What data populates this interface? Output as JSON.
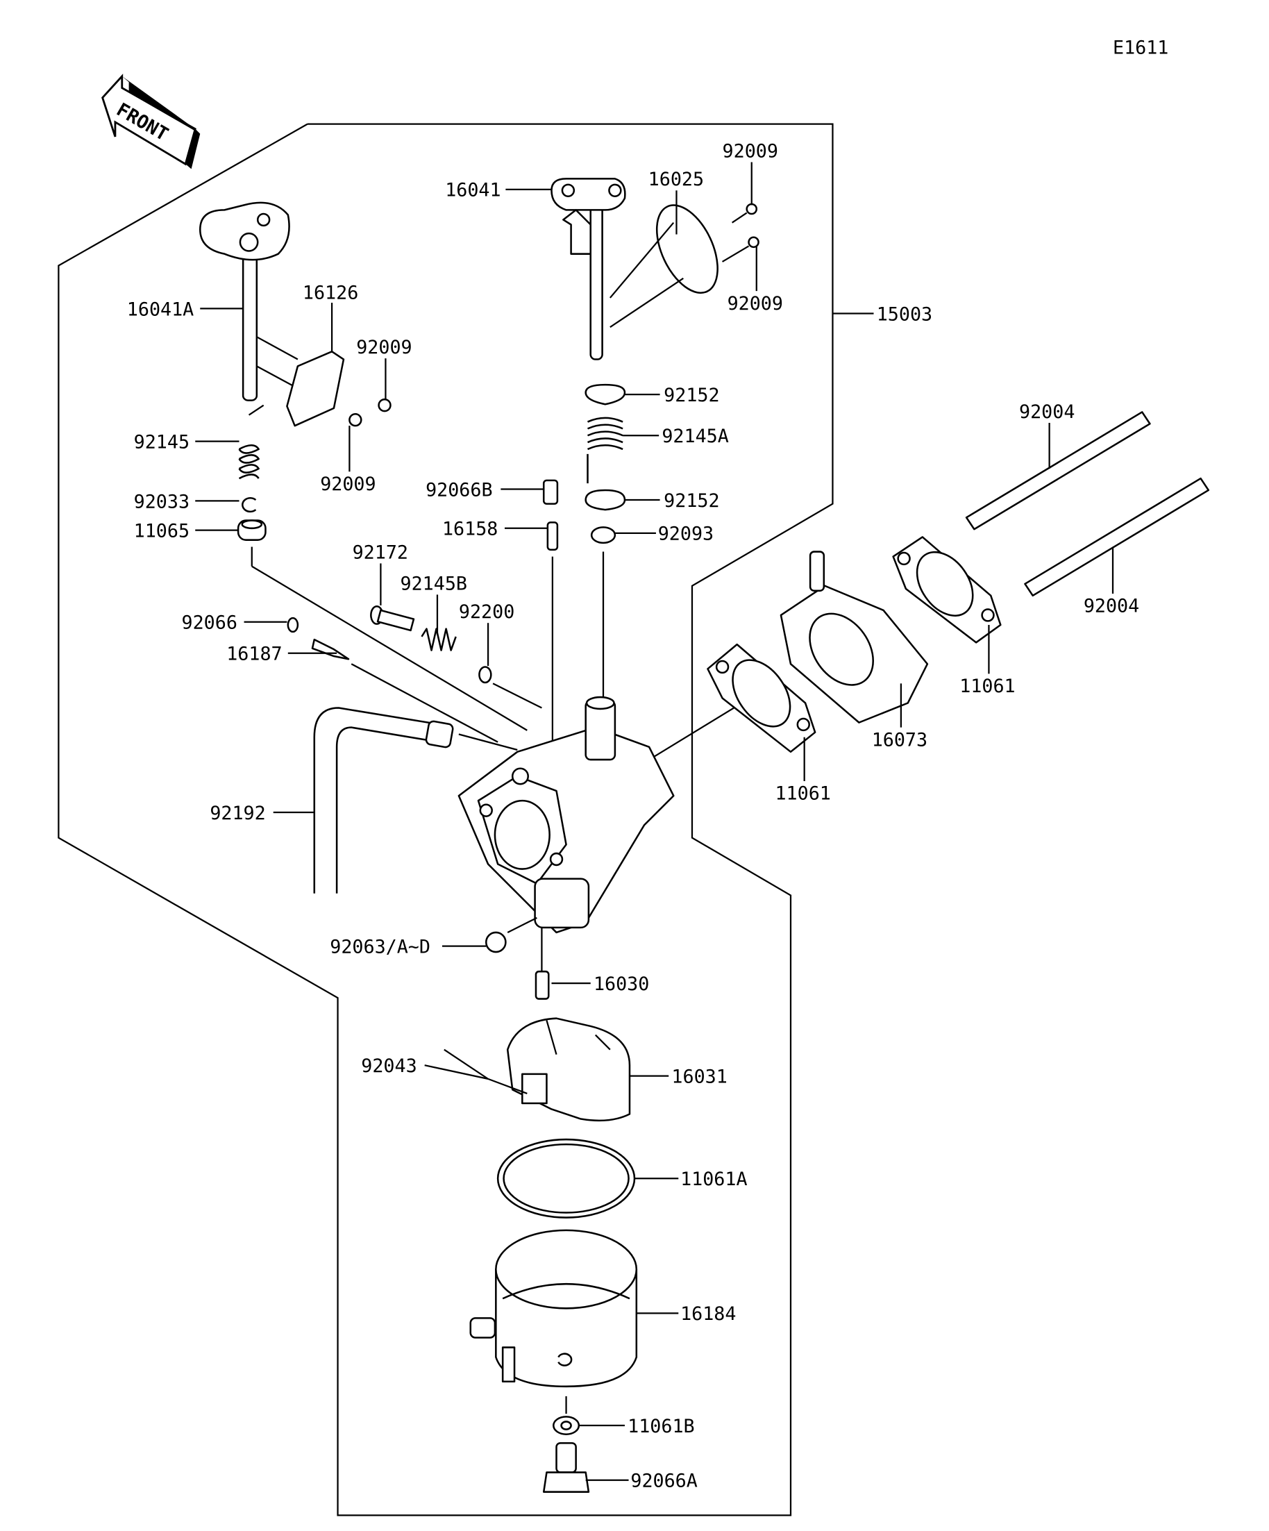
{
  "diagram_code": "E1611",
  "front_arrow": {
    "label": "FRONT",
    "icon": "front-direction-arrow-icon"
  },
  "assembly": {
    "part_number": "15003"
  },
  "callouts": [
    {
      "id": "c16041",
      "part": "16041"
    },
    {
      "id": "c16025",
      "part": "16025"
    },
    {
      "id": "c92009a",
      "part": "92009"
    },
    {
      "id": "c92009b",
      "part": "92009"
    },
    {
      "id": "c16041A",
      "part": "16041A"
    },
    {
      "id": "c16126",
      "part": "16126"
    },
    {
      "id": "c92009c",
      "part": "92009"
    },
    {
      "id": "c92009d",
      "part": "92009"
    },
    {
      "id": "c92152a",
      "part": "92152"
    },
    {
      "id": "c92145A",
      "part": "92145A"
    },
    {
      "id": "c92066B",
      "part": "92066B"
    },
    {
      "id": "c92152b",
      "part": "92152"
    },
    {
      "id": "c16158",
      "part": "16158"
    },
    {
      "id": "c92093",
      "part": "92093"
    },
    {
      "id": "c92145",
      "part": "92145"
    },
    {
      "id": "c92033",
      "part": "92033"
    },
    {
      "id": "c11065",
      "part": "11065"
    },
    {
      "id": "c92172",
      "part": "92172"
    },
    {
      "id": "c92145B",
      "part": "92145B"
    },
    {
      "id": "c92200",
      "part": "92200"
    },
    {
      "id": "c92066",
      "part": "92066"
    },
    {
      "id": "c16187",
      "part": "16187"
    },
    {
      "id": "c92004a",
      "part": "92004"
    },
    {
      "id": "c92004b",
      "part": "92004"
    },
    {
      "id": "c11061a",
      "part": "11061"
    },
    {
      "id": "c16073",
      "part": "16073"
    },
    {
      "id": "c11061b",
      "part": "11061"
    },
    {
      "id": "c92192",
      "part": "92192"
    },
    {
      "id": "c92063",
      "part": "92063/A~D"
    },
    {
      "id": "c16030",
      "part": "16030"
    },
    {
      "id": "c92043",
      "part": "92043"
    },
    {
      "id": "c16031",
      "part": "16031"
    },
    {
      "id": "c11061A",
      "part": "11061A"
    },
    {
      "id": "c16184",
      "part": "16184"
    },
    {
      "id": "c11061B",
      "part": "11061B"
    },
    {
      "id": "c92066A",
      "part": "92066A"
    }
  ]
}
